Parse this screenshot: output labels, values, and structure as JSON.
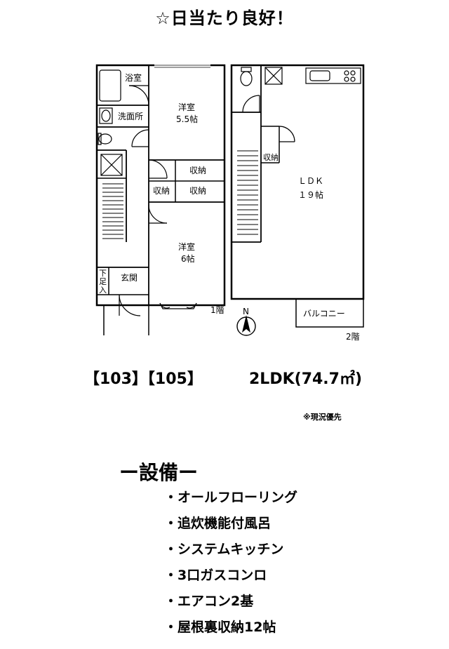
{
  "title": "☆日当たり良好！",
  "floor1": {
    "bath": "浴室",
    "washroom": "洗面所",
    "western_room_a": "洋室",
    "western_room_a_size": "5.5帖",
    "storage_1": "収納",
    "storage_2": "収納",
    "storage_3": "収納",
    "western_room_b": "洋室",
    "western_room_b_size": "6帖",
    "shoe_box_1": "下",
    "shoe_box_2": "足",
    "shoe_box_3": "入",
    "entrance": "玄関",
    "floor_label": "1階"
  },
  "floor2": {
    "storage": "収納",
    "ldk": "ＬＤＫ",
    "ldk_size": "１９帖",
    "balcony": "バルコニー",
    "floor_label": "2階"
  },
  "compass": {
    "north": "N"
  },
  "units": "【103】【105】",
  "spec": "2LDK(74.7㎡)",
  "note": "※現況優先",
  "equipment": {
    "title": "ー設備ー",
    "items": [
      "・オールフローリング",
      "・追炊機能付風呂",
      "・システムキッチン",
      "・3口ガスコンロ",
      "・エアコン2基",
      "・屋根裏収納12帖"
    ]
  }
}
